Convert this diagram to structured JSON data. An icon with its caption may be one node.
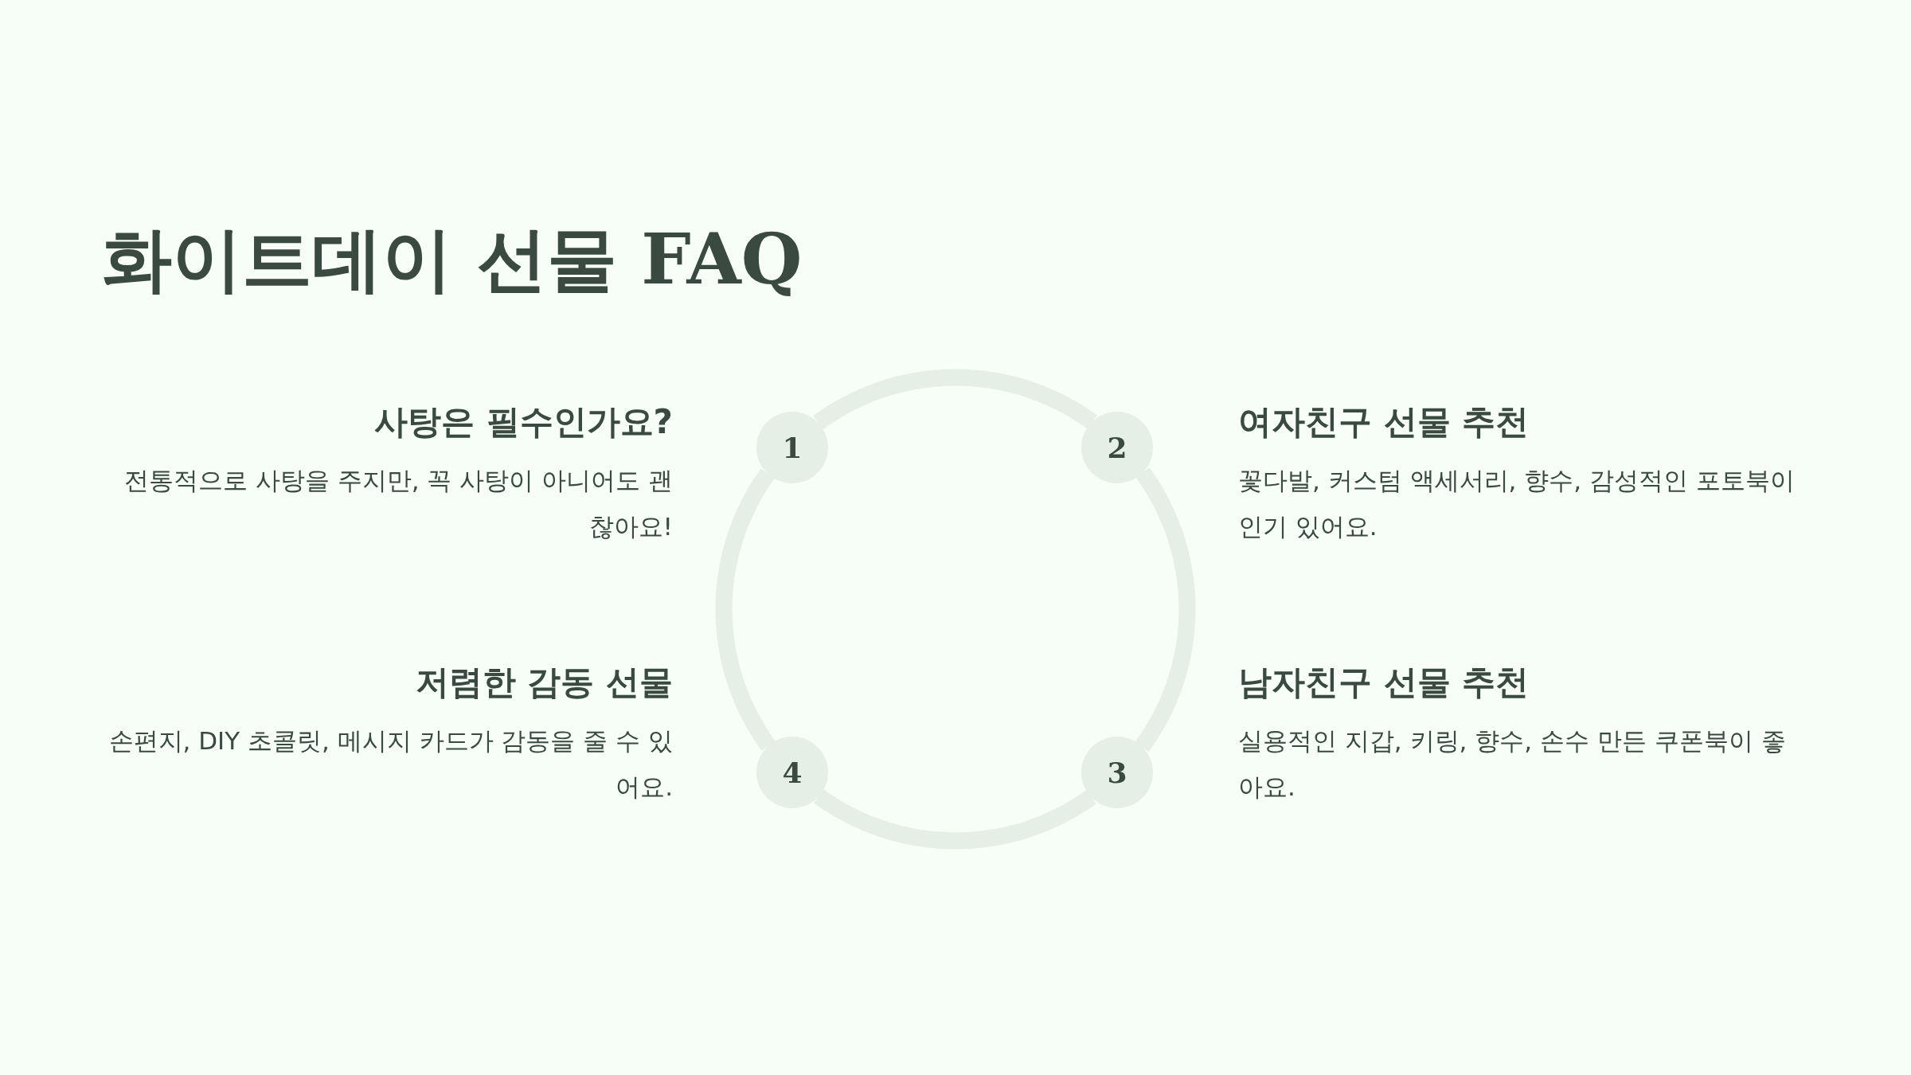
{
  "diagram": {
    "title": "화이트데이 선물 FAQ",
    "nodes": [
      {
        "text": [
          "1"
        ],
        "beside": [
          "사탕은 필수인가요?",
          "전통적으로 사탕을 주지만, 꼭 사탕이 아니어도 괜찮아요!"
        ]
      },
      {
        "text": [
          "2"
        ],
        "beside": [
          "여자친구 선물 추천",
          "꽃다발, 커스텀 액세서리, 향수, 감성적인 포토북이 인기 있어요."
        ]
      },
      {
        "text": [
          "3"
        ],
        "beside": [
          "남자친구 선물 추천",
          "실용적인 지갑, 키링, 향수, 손수 만든 쿠폰북이 좋아요."
        ]
      },
      {
        "text": [
          "4"
        ],
        "beside": [
          "저렴한 감동 선물",
          "손편지, DIY 초콜릿, 메시지 카드가 감동을 줄 수 있어요."
        ]
      }
    ],
    "edges": [
      {
        "from": 0,
        "to": 1,
        "arrow": "none"
      },
      {
        "from": 1,
        "to": 2,
        "arrow": "none"
      },
      {
        "from": 2,
        "to": 3,
        "arrow": "none"
      },
      {
        "from": 3,
        "to": 0,
        "arrow": "none"
      }
    ]
  }
}
